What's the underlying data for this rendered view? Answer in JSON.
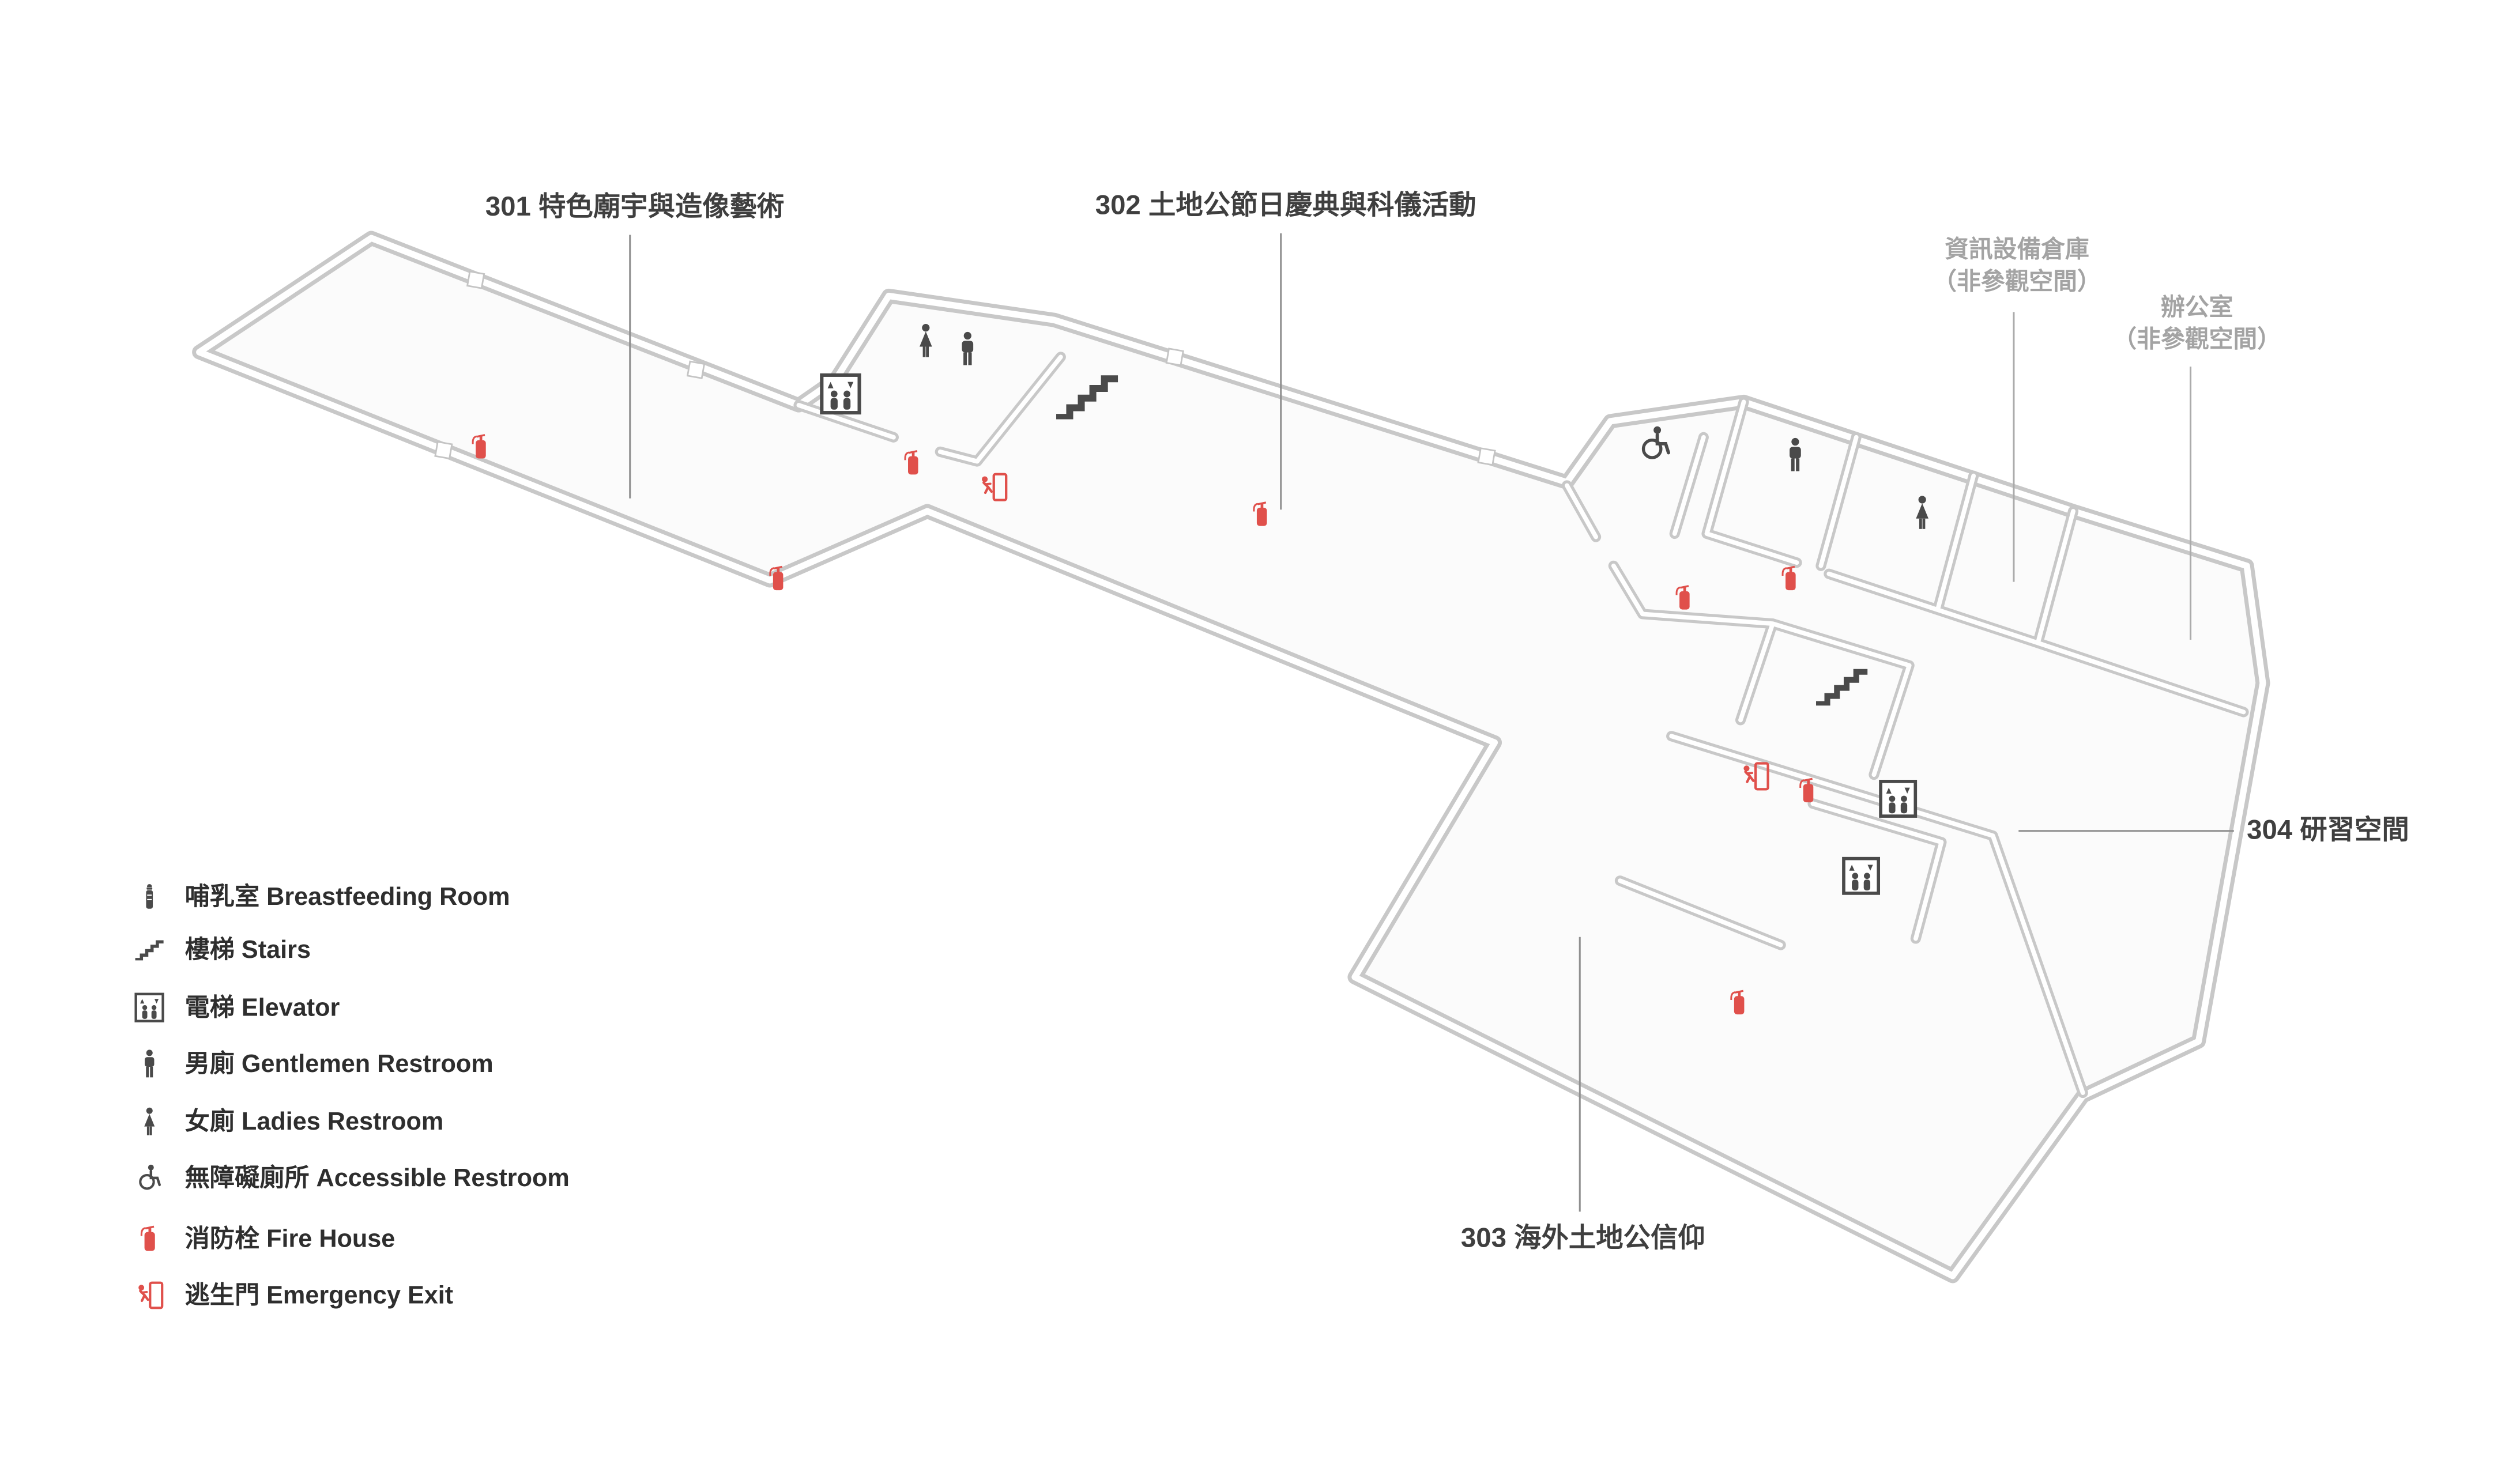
{
  "page": {
    "background": "#FFFFFF",
    "type": "museum-floor-guide-map"
  },
  "colors": {
    "accent_red": "#E0504B",
    "icon_dark": "#4A4A4A",
    "label_dark": "#3F3F3F",
    "label_gray": "#A3A3A3",
    "wall_gray": "#C8C8C8",
    "floor": "#FBFBFB"
  },
  "floor_plan": {
    "room_labels": {
      "r301": "301 特色廟宇與造像藝術",
      "r302": "302 土地公節日慶典與科儀活動",
      "r303": "303 海外土地公信仰",
      "r304": "304 研習空間"
    },
    "restricted_areas": {
      "storage_name": "資訊設備倉庫",
      "storage_note": "（非參觀空間）",
      "office_name": "辦公室",
      "office_note": "（非參觀空間）"
    }
  },
  "legend": {
    "items": [
      {
        "icon": "breastfeeding-icon",
        "label": "哺乳室 Breastfeeding Room"
      },
      {
        "icon": "stairs-icon",
        "label": "樓梯 Stairs"
      },
      {
        "icon": "elevator-icon",
        "label": "電梯 Elevator"
      },
      {
        "icon": "mens-restroom-icon",
        "label": "男廁 Gentlemen Restroom"
      },
      {
        "icon": "womens-restroom-icon",
        "label": "女廁 Ladies Restroom"
      },
      {
        "icon": "accessible-restroom-icon",
        "label": "無障礙廁所  Accessible Restroom"
      },
      {
        "icon": "fire-extinguisher-icon",
        "label": "消防栓 Fire House"
      },
      {
        "icon": "emergency-exit-icon",
        "label": "逃生門 Emergency Exit"
      }
    ]
  }
}
